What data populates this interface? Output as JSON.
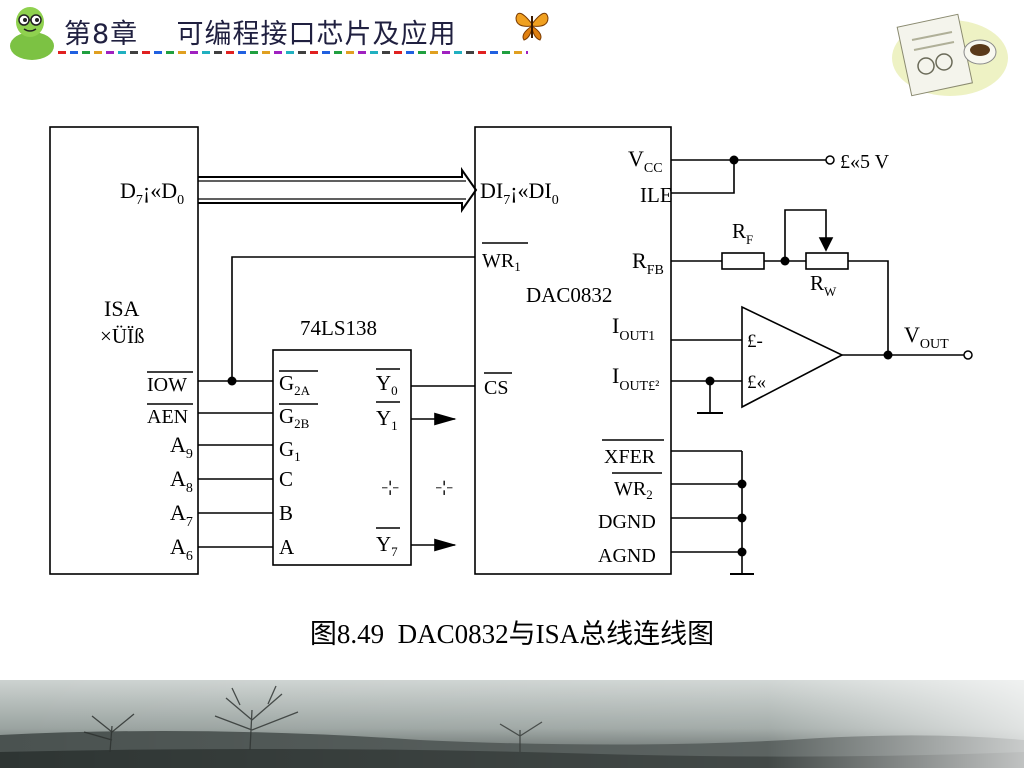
{
  "header": {
    "title": "第8章    可编程接口芯片及应用"
  },
  "caption": "图8.49  DAC0832与ISA总线连线图",
  "isa": {
    "name_line1": "ISA",
    "name_line2": "×ÜÏß",
    "data_bus": {
      "main": "D",
      "sub1": "7",
      "mid": "¡«D",
      "sub2": "0"
    },
    "iow": "IOW",
    "aen": "AEN",
    "a9": {
      "main": "A",
      "sub": "9"
    },
    "a8": {
      "main": "A",
      "sub": "8"
    },
    "a7": {
      "main": "A",
      "sub": "7"
    },
    "a6": {
      "main": "A",
      "sub": "6"
    }
  },
  "decoder": {
    "name": "74LS138",
    "g2a": {
      "main": "G",
      "sub": "2A"
    },
    "g2b": {
      "main": "G",
      "sub": "2B"
    },
    "g1": {
      "main": "G",
      "sub": "1"
    },
    "c": "C",
    "b": "B",
    "a": "A",
    "y0": {
      "main": "Y",
      "sub": "0"
    },
    "y1": {
      "main": "Y",
      "sub": "1"
    },
    "y7": {
      "main": "Y",
      "sub": "7"
    },
    "dots": "-¦-"
  },
  "dac": {
    "name": "DAC0832",
    "di": {
      "main": "DI",
      "sub1": "7",
      "mid": "¡«DI",
      "sub2": "0"
    },
    "wr1": {
      "main": "WR",
      "sub": "1"
    },
    "cs": "CS",
    "vcc": {
      "main": "V",
      "sub": "CC"
    },
    "ile": "ILE",
    "rfb": {
      "main": "R",
      "sub": "FB"
    },
    "iout1": {
      "main": "I",
      "sub": "OUT1"
    },
    "iout2": {
      "main": "I",
      "sub": "OUT£²"
    },
    "xfer": "XFER",
    "wr2": {
      "main": "WR",
      "sub": "2"
    },
    "dgnd": "DGND",
    "agnd": "AGND"
  },
  "analog": {
    "supply": "£«5 V",
    "rf": {
      "main": "R",
      "sub": "F"
    },
    "rw": {
      "main": "R",
      "sub": "W"
    },
    "vout": {
      "main": "V",
      "sub": "OUT"
    },
    "op_minus": "£-",
    "op_plus": "£«"
  }
}
